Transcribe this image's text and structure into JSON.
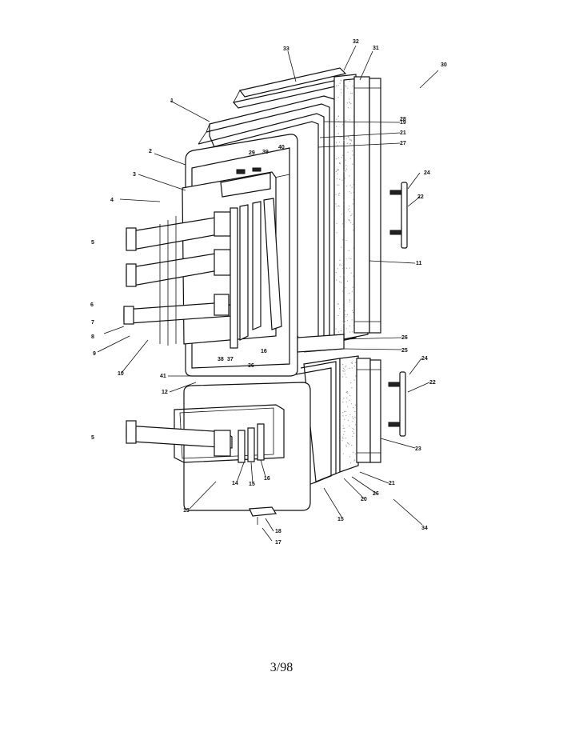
{
  "diagram": {
    "labels": [
      {
        "id": "l-1",
        "text": "1"
      },
      {
        "id": "l-2",
        "text": "2"
      },
      {
        "id": "l-3",
        "text": "3"
      },
      {
        "id": "l-4",
        "text": "4"
      },
      {
        "id": "l-5a",
        "text": "5"
      },
      {
        "id": "l-5b",
        "text": "5"
      },
      {
        "id": "l-6",
        "text": "6"
      },
      {
        "id": "l-7",
        "text": "7"
      },
      {
        "id": "l-8",
        "text": "8"
      },
      {
        "id": "l-9",
        "text": "9"
      },
      {
        "id": "l-10",
        "text": "10"
      },
      {
        "id": "l-11",
        "text": "11"
      },
      {
        "id": "l-12",
        "text": "12"
      },
      {
        "id": "l-13",
        "text": "13"
      },
      {
        "id": "l-14",
        "text": "14"
      },
      {
        "id": "l-15",
        "text": "15"
      },
      {
        "id": "l-15b",
        "text": "15"
      },
      {
        "id": "l-16",
        "text": "16"
      },
      {
        "id": "l-16b",
        "text": "16"
      },
      {
        "id": "l-17",
        "text": "17"
      },
      {
        "id": "l-18",
        "text": "18"
      },
      {
        "id": "l-19",
        "text": "19"
      },
      {
        "id": "l-20",
        "text": "20"
      },
      {
        "id": "l-21",
        "text": "21"
      },
      {
        "id": "l-21b",
        "text": "21"
      },
      {
        "id": "l-22a",
        "text": "22"
      },
      {
        "id": "l-22b",
        "text": "22"
      },
      {
        "id": "l-23",
        "text": "23"
      },
      {
        "id": "l-24a",
        "text": "24"
      },
      {
        "id": "l-24b",
        "text": "24"
      },
      {
        "id": "l-25",
        "text": "25"
      },
      {
        "id": "l-26",
        "text": "26"
      },
      {
        "id": "l-26b",
        "text": "26"
      },
      {
        "id": "l-27",
        "text": "27"
      },
      {
        "id": "l-28",
        "text": "28"
      },
      {
        "id": "l-29",
        "text": "29"
      },
      {
        "id": "l-30",
        "text": "30"
      },
      {
        "id": "l-31",
        "text": "31"
      },
      {
        "id": "l-32",
        "text": "32"
      },
      {
        "id": "l-33",
        "text": "33"
      },
      {
        "id": "l-34",
        "text": "34"
      },
      {
        "id": "l-36",
        "text": "36"
      },
      {
        "id": "l-37",
        "text": "37"
      },
      {
        "id": "l-38",
        "text": "38"
      },
      {
        "id": "l-39",
        "text": "39"
      },
      {
        "id": "l-40",
        "text": "40"
      },
      {
        "id": "l-41",
        "text": "41"
      }
    ]
  },
  "footer": {
    "page": "3/98"
  }
}
